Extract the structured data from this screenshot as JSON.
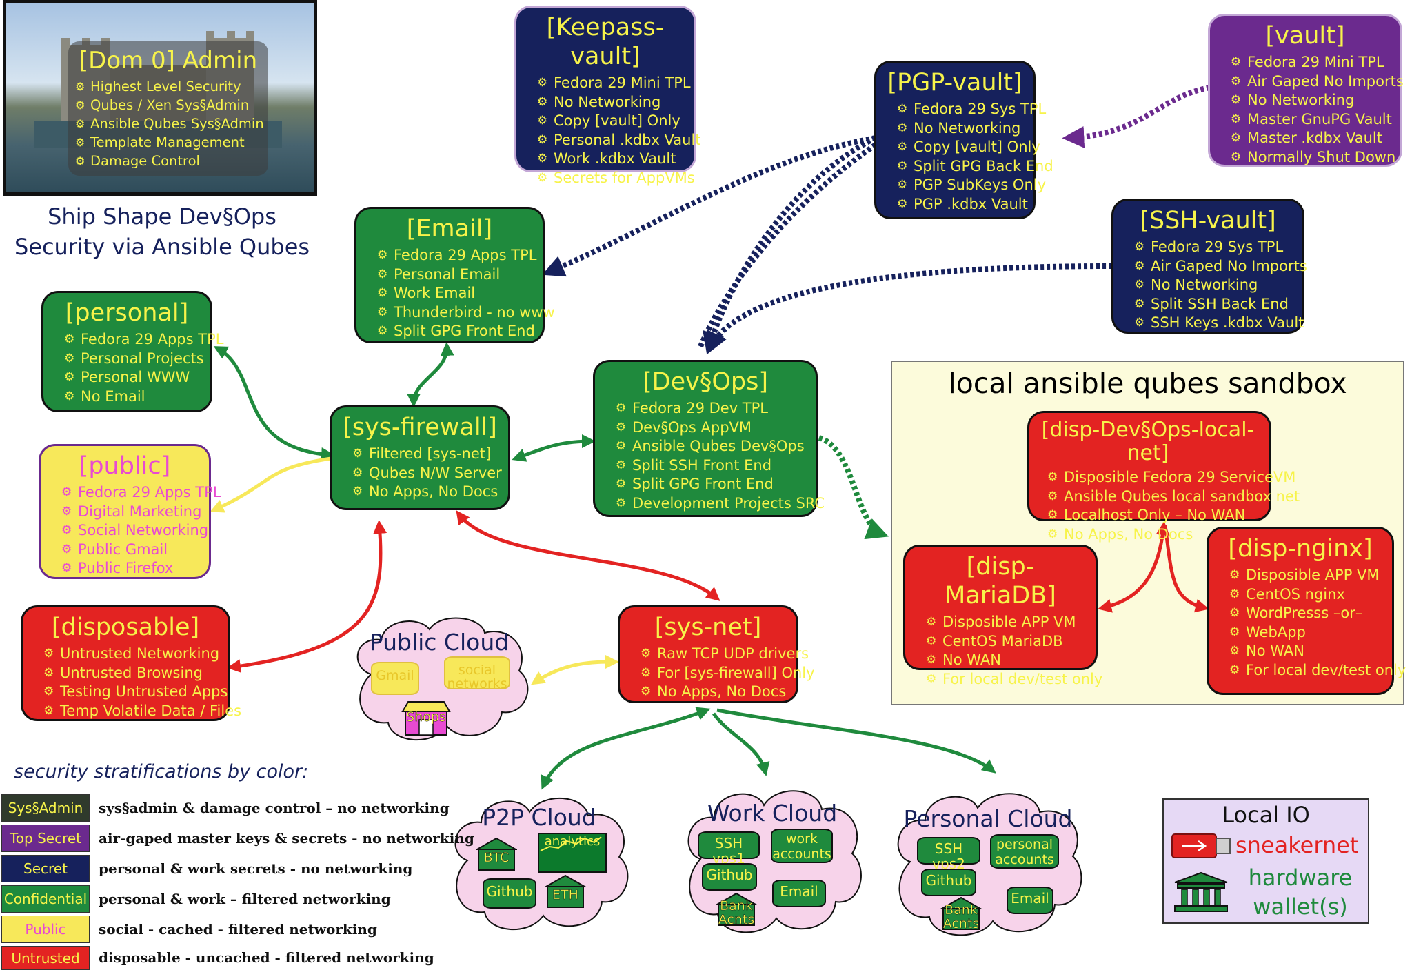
{
  "title": {
    "line1": "Ship Shape Dev§Ops",
    "line2": "Security via Ansible Qubes"
  },
  "dom0": {
    "title": "[Dom 0] Admin",
    "items": [
      "Highest Level Security",
      "Qubes / Xen Sys§Admin",
      "Ansible Qubes Sys§Admin",
      "Template Management",
      "Damage Control"
    ]
  },
  "keepass": {
    "title": "[Keepass-vault]",
    "items": [
      "Fedora 29 Mini TPL",
      "No Networking",
      "Copy [vault] Only",
      "Personal .kdbx Vault",
      "Work .kdbx Vault",
      "Secrets for AppVMs"
    ]
  },
  "vault": {
    "title": "[vault]",
    "items": [
      "Fedora 29 Mini TPL",
      "Air Gaped No Imports",
      "No Networking",
      "Master GnuPG Vault",
      "Master .kdbx Vault",
      "Normally Shut Down"
    ]
  },
  "pgp": {
    "title": "[PGP-vault]",
    "items": [
      "Fedora 29 Sys TPL",
      "No Networking",
      "Copy [vault] Only",
      "Split GPG Back End",
      "PGP SubKeys Only",
      "PGP .kdbx Vault"
    ]
  },
  "ssh": {
    "title": "[SSH-vault]",
    "items": [
      "Fedora 29 Sys TPL",
      "Air Gaped No Imports",
      "No Networking",
      "Split SSH Back End",
      "SSH Keys .kdbx Vault"
    ]
  },
  "email": {
    "title": "[Email]",
    "items": [
      "Fedora 29 Apps TPL",
      "Personal Email",
      "Work Email",
      "Thunderbird - no www",
      "Split GPG Front End"
    ]
  },
  "personal": {
    "title": "[personal]",
    "items": [
      "Fedora 29 Apps TPL",
      "Personal Projects",
      "Personal WWW",
      "No Email"
    ]
  },
  "public": {
    "title": "[public]",
    "items": [
      "Fedora 29 Apps TPL",
      "Digital Marketing",
      "Social Networking",
      "Public Gmail",
      "Public Firefox"
    ]
  },
  "disposable": {
    "title": "[disposable]",
    "items": [
      "Untrusted Networking",
      "Untrusted Browsing",
      "Testing Untrusted Apps",
      "Temp Volatile Data / Files"
    ]
  },
  "firewall": {
    "title": "[sys-firewall]",
    "items": [
      "Filtered [sys-net]",
      "Qubes N/W Server",
      "No Apps, No Docs"
    ]
  },
  "devops": {
    "title": "[Dev§Ops]",
    "items": [
      "Fedora 29 Dev TPL",
      "Dev§Ops AppVM",
      "Ansible Qubes Dev§Ops",
      "Split SSH Front End",
      "Split GPG Front End",
      "Development Projects SRC"
    ]
  },
  "sysnet": {
    "title": "[sys-net]",
    "items": [
      "Raw TCP UDP drivers",
      "For [sys-firewall] Only",
      "No Apps, No Docs"
    ]
  },
  "sandbox": {
    "title": "local ansible qubes sandbox"
  },
  "disp_devops": {
    "title": "[disp-Dev§Ops-local-net]",
    "items": [
      "Disposible Fedora 29 ServiceVM",
      "Ansible Qubes local sandbox net",
      "Localhost Only – No WAN",
      "No Apps, No Docs"
    ]
  },
  "disp_maria": {
    "title": "[disp-MariaDB]",
    "items": [
      "Disposible APP VM",
      "CentOS MariaDB",
      "No WAN",
      "For local dev/test only"
    ]
  },
  "disp_nginx": {
    "title": "[disp-nginx]",
    "items": [
      "Disposible APP VM",
      "CentOS nginx",
      "WordPresss –or–",
      "WebApp",
      "No WAN",
      "For local dev/test only"
    ]
  },
  "public_cloud": {
    "title": "Public Cloud",
    "gmail": "Gmail",
    "social": "social networks",
    "shops": "Shops"
  },
  "p2p_cloud": {
    "title": "P2P Cloud",
    "btc": "BTC",
    "analytics": "analytics",
    "github": "Github",
    "eth": "ETH"
  },
  "work_cloud": {
    "title": "Work Cloud",
    "ssh": "SSH vps1",
    "accounts": "work accounts",
    "github": "Github",
    "email": "Email",
    "bank": "Bank Acnts"
  },
  "personal_cloud": {
    "title": "Personal Cloud",
    "ssh": "SSH vps2",
    "accounts": "personal accounts",
    "github": "Github",
    "email": "Email",
    "bank": "Bank Acnts"
  },
  "legend": {
    "title": "security stratifications by color:",
    "rows": [
      {
        "label": "Sys§Admin",
        "desc": "sys§admin & damage control – no networking",
        "bg": "#2f3a2c",
        "fg": "#f7f34a"
      },
      {
        "label": "Top Secret",
        "desc": "air-gaped master keys & secrets - no networking",
        "bg": "#6b2a8e",
        "fg": "#f7f34a"
      },
      {
        "label": "Secret",
        "desc": "personal & work secrets - no networking",
        "bg": "#16215c",
        "fg": "#f7f34a"
      },
      {
        "label": "Confidential",
        "desc": "personal & work – filtered networking",
        "bg": "#1f8a3d",
        "fg": "#f7f34a"
      },
      {
        "label": "Public",
        "desc": "social - cached - filtered  networking",
        "bg": "#f7e85a",
        "fg": "#e84ad2"
      },
      {
        "label": "Untrusted",
        "desc": "disposable - uncached - filtered networking",
        "bg": "#e32322",
        "fg": "#f7f34a"
      }
    ]
  },
  "local_io": {
    "title": "Local IO",
    "sneakernet": "sneakernet",
    "hardware": "hardware wallet(s)"
  },
  "colors": {
    "confidential": "#1f8a3d",
    "secret": "#16215c",
    "top_secret": "#6b2a8e",
    "untrusted": "#e32322",
    "public": "#f7e85a",
    "text_yellow": "#f7f34a"
  }
}
